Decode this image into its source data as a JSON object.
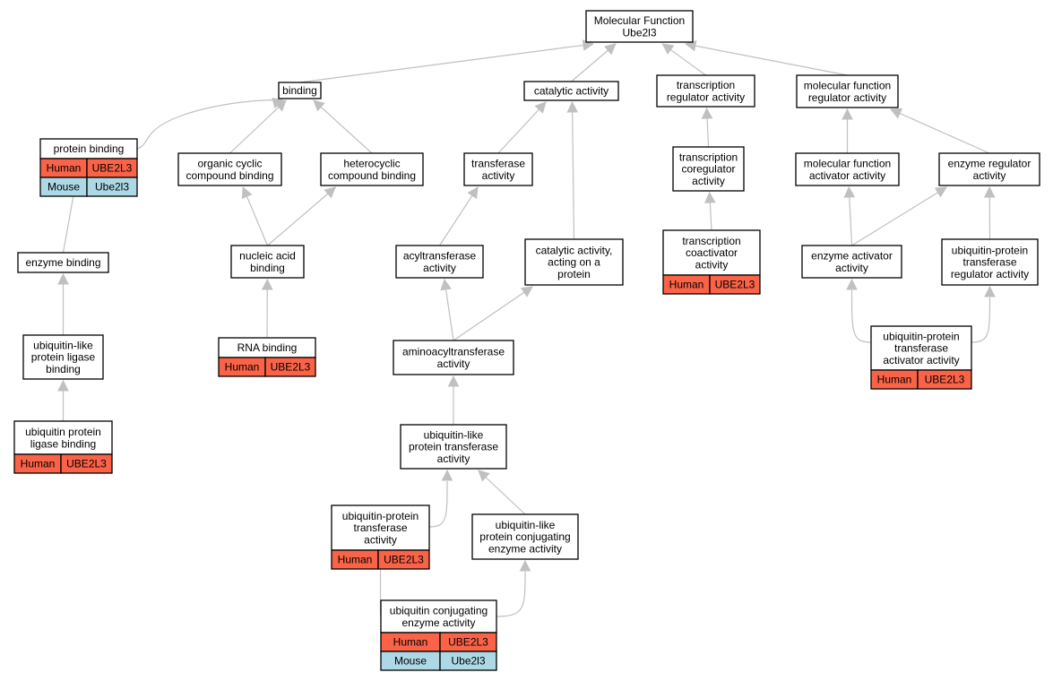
{
  "colors": {
    "human": "#fa6347",
    "mouse": "#add8e6",
    "edge": "#c0c0c0"
  },
  "nodes": {
    "root": [
      "Molecular Function",
      "Ube2l3"
    ],
    "binding": [
      "binding"
    ],
    "catalytic": [
      "catalytic activity"
    ],
    "tra": [
      "transcription",
      "regulator activity"
    ],
    "mfra": [
      "molecular function",
      "regulator activity"
    ],
    "protein_binding": [
      "protein binding"
    ],
    "occb": [
      "organic cyclic",
      "compound binding"
    ],
    "hcb": [
      "heterocyclic",
      "compound binding"
    ],
    "transferase": [
      "transferase",
      "activity"
    ],
    "tcoreg": [
      "transcription",
      "coregulator",
      "activity"
    ],
    "mfaa": [
      "molecular function",
      "activator activity"
    ],
    "enzreg": [
      "enzyme regulator",
      "activity"
    ],
    "enzyme_binding": [
      "enzyme binding"
    ],
    "nab": [
      "nucleic acid",
      "binding"
    ],
    "acyl": [
      "acyltransferase",
      "activity"
    ],
    "caop": [
      "catalytic activity,",
      "acting on a",
      "protein"
    ],
    "tcoact": [
      "transcription",
      "coactivator",
      "activity"
    ],
    "enzact": [
      "enzyme activator",
      "activity"
    ],
    "uptra": [
      "ubiquitin-protein",
      "transferase",
      "regulator activity"
    ],
    "rna": [
      "RNA binding"
    ],
    "ulplb": [
      "ubiquitin-like",
      "protein ligase",
      "binding"
    ],
    "aminoacyl": [
      "aminoacyltransferase",
      "activity"
    ],
    "uptaa": [
      "ubiquitin-protein",
      "transferase",
      "activator activity"
    ],
    "ulpta": [
      "ubiquitin-like",
      "protein transferase",
      "activity"
    ],
    "uplb": [
      "ubiquitin protein",
      "ligase binding"
    ],
    "upta": [
      "ubiquitin-protein",
      "transferase",
      "activity"
    ],
    "ulpcea": [
      "ubiquitin-like",
      "protein conjugating",
      "enzyme activity"
    ],
    "ucea": [
      "ubiquitin conjugating",
      "enzyme activity"
    ]
  },
  "annotations": {
    "protein_binding": [
      [
        "Human",
        "UBE2L3"
      ],
      [
        "Mouse",
        "Ube2l3"
      ]
    ],
    "tcoact": [
      [
        "Human",
        "UBE2L3"
      ]
    ],
    "rna": [
      [
        "Human",
        "UBE2L3"
      ]
    ],
    "uptaa": [
      [
        "Human",
        "UBE2L3"
      ]
    ],
    "uplb": [
      [
        "Human",
        "UBE2L3"
      ]
    ],
    "upta": [
      [
        "Human",
        "UBE2L3"
      ]
    ],
    "ucea": [
      [
        "Human",
        "UBE2L3"
      ],
      [
        "Mouse",
        "Ube2l3"
      ]
    ]
  },
  "edges": [
    [
      "binding",
      "root"
    ],
    [
      "catalytic",
      "root"
    ],
    [
      "tra",
      "root"
    ],
    [
      "mfra",
      "root"
    ],
    [
      "protein_binding",
      "binding"
    ],
    [
      "occb",
      "binding"
    ],
    [
      "hcb",
      "binding"
    ],
    [
      "transferase",
      "catalytic"
    ],
    [
      "caop",
      "catalytic"
    ],
    [
      "tcoreg",
      "tra"
    ],
    [
      "tcoact",
      "tcoreg"
    ],
    [
      "mfaa",
      "mfra"
    ],
    [
      "enzreg",
      "mfra"
    ],
    [
      "enzact",
      "mfaa"
    ],
    [
      "enzact",
      "enzreg"
    ],
    [
      "uptra",
      "enzreg"
    ],
    [
      "uptaa",
      "enzact"
    ],
    [
      "uptaa",
      "uptra"
    ],
    [
      "enzyme_binding",
      "protein_binding"
    ],
    [
      "ulplb",
      "enzyme_binding"
    ],
    [
      "uplb",
      "ulplb"
    ],
    [
      "nab",
      "occb"
    ],
    [
      "nab",
      "hcb"
    ],
    [
      "rna",
      "nab"
    ],
    [
      "acyl",
      "transferase"
    ],
    [
      "aminoacyl",
      "acyl"
    ],
    [
      "aminoacyl",
      "caop"
    ],
    [
      "ulpta",
      "aminoacyl"
    ],
    [
      "upta",
      "ulpta"
    ],
    [
      "ulpcea",
      "ulpta"
    ],
    [
      "ucea",
      "upta"
    ],
    [
      "ucea",
      "ulpcea"
    ]
  ]
}
